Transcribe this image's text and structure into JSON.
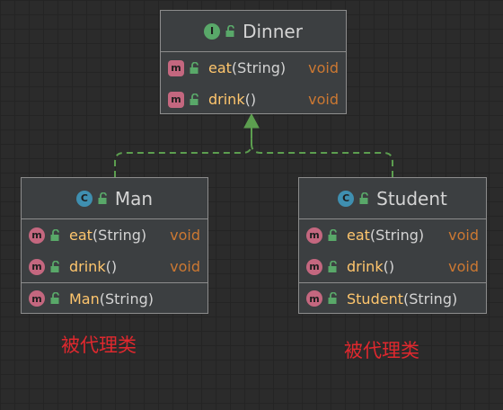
{
  "diagram": {
    "interface": {
      "name": "Dinner",
      "badge": "I",
      "methods": [
        {
          "name": "eat",
          "params": "(String)",
          "return_type": "void"
        },
        {
          "name": "drink",
          "params": "()",
          "return_type": "void"
        }
      ]
    },
    "classes": [
      {
        "name": "Man",
        "badge": "C",
        "methods": [
          {
            "name": "eat",
            "params": "(String)",
            "return_type": "void"
          },
          {
            "name": "drink",
            "params": "()",
            "return_type": "void"
          }
        ],
        "constructor": {
          "name": "Man",
          "params": "(String)"
        },
        "caption": "被代理类"
      },
      {
        "name": "Student",
        "badge": "C",
        "methods": [
          {
            "name": "eat",
            "params": "(String)",
            "return_type": "void"
          },
          {
            "name": "drink",
            "params": "()",
            "return_type": "void"
          }
        ],
        "constructor": {
          "name": "Student",
          "params": "(String)"
        },
        "caption": "被代理类"
      }
    ],
    "relationships": [
      {
        "from": "Man",
        "to": "Dinner",
        "type": "implements"
      },
      {
        "from": "Student",
        "to": "Dinner",
        "type": "implements"
      }
    ],
    "icons": {
      "interface": "interface-icon",
      "class": "class-icon",
      "method": "method-icon",
      "visibility": "public-lock-icon"
    },
    "colors": {
      "background": "#2b2b2b",
      "box_fill": "#3c3f41",
      "box_border": "#8c8c8c",
      "method_name": "#ffc66d",
      "return_type": "#cc7832",
      "connector": "#5c9e4f",
      "caption": "#e0282e"
    }
  }
}
